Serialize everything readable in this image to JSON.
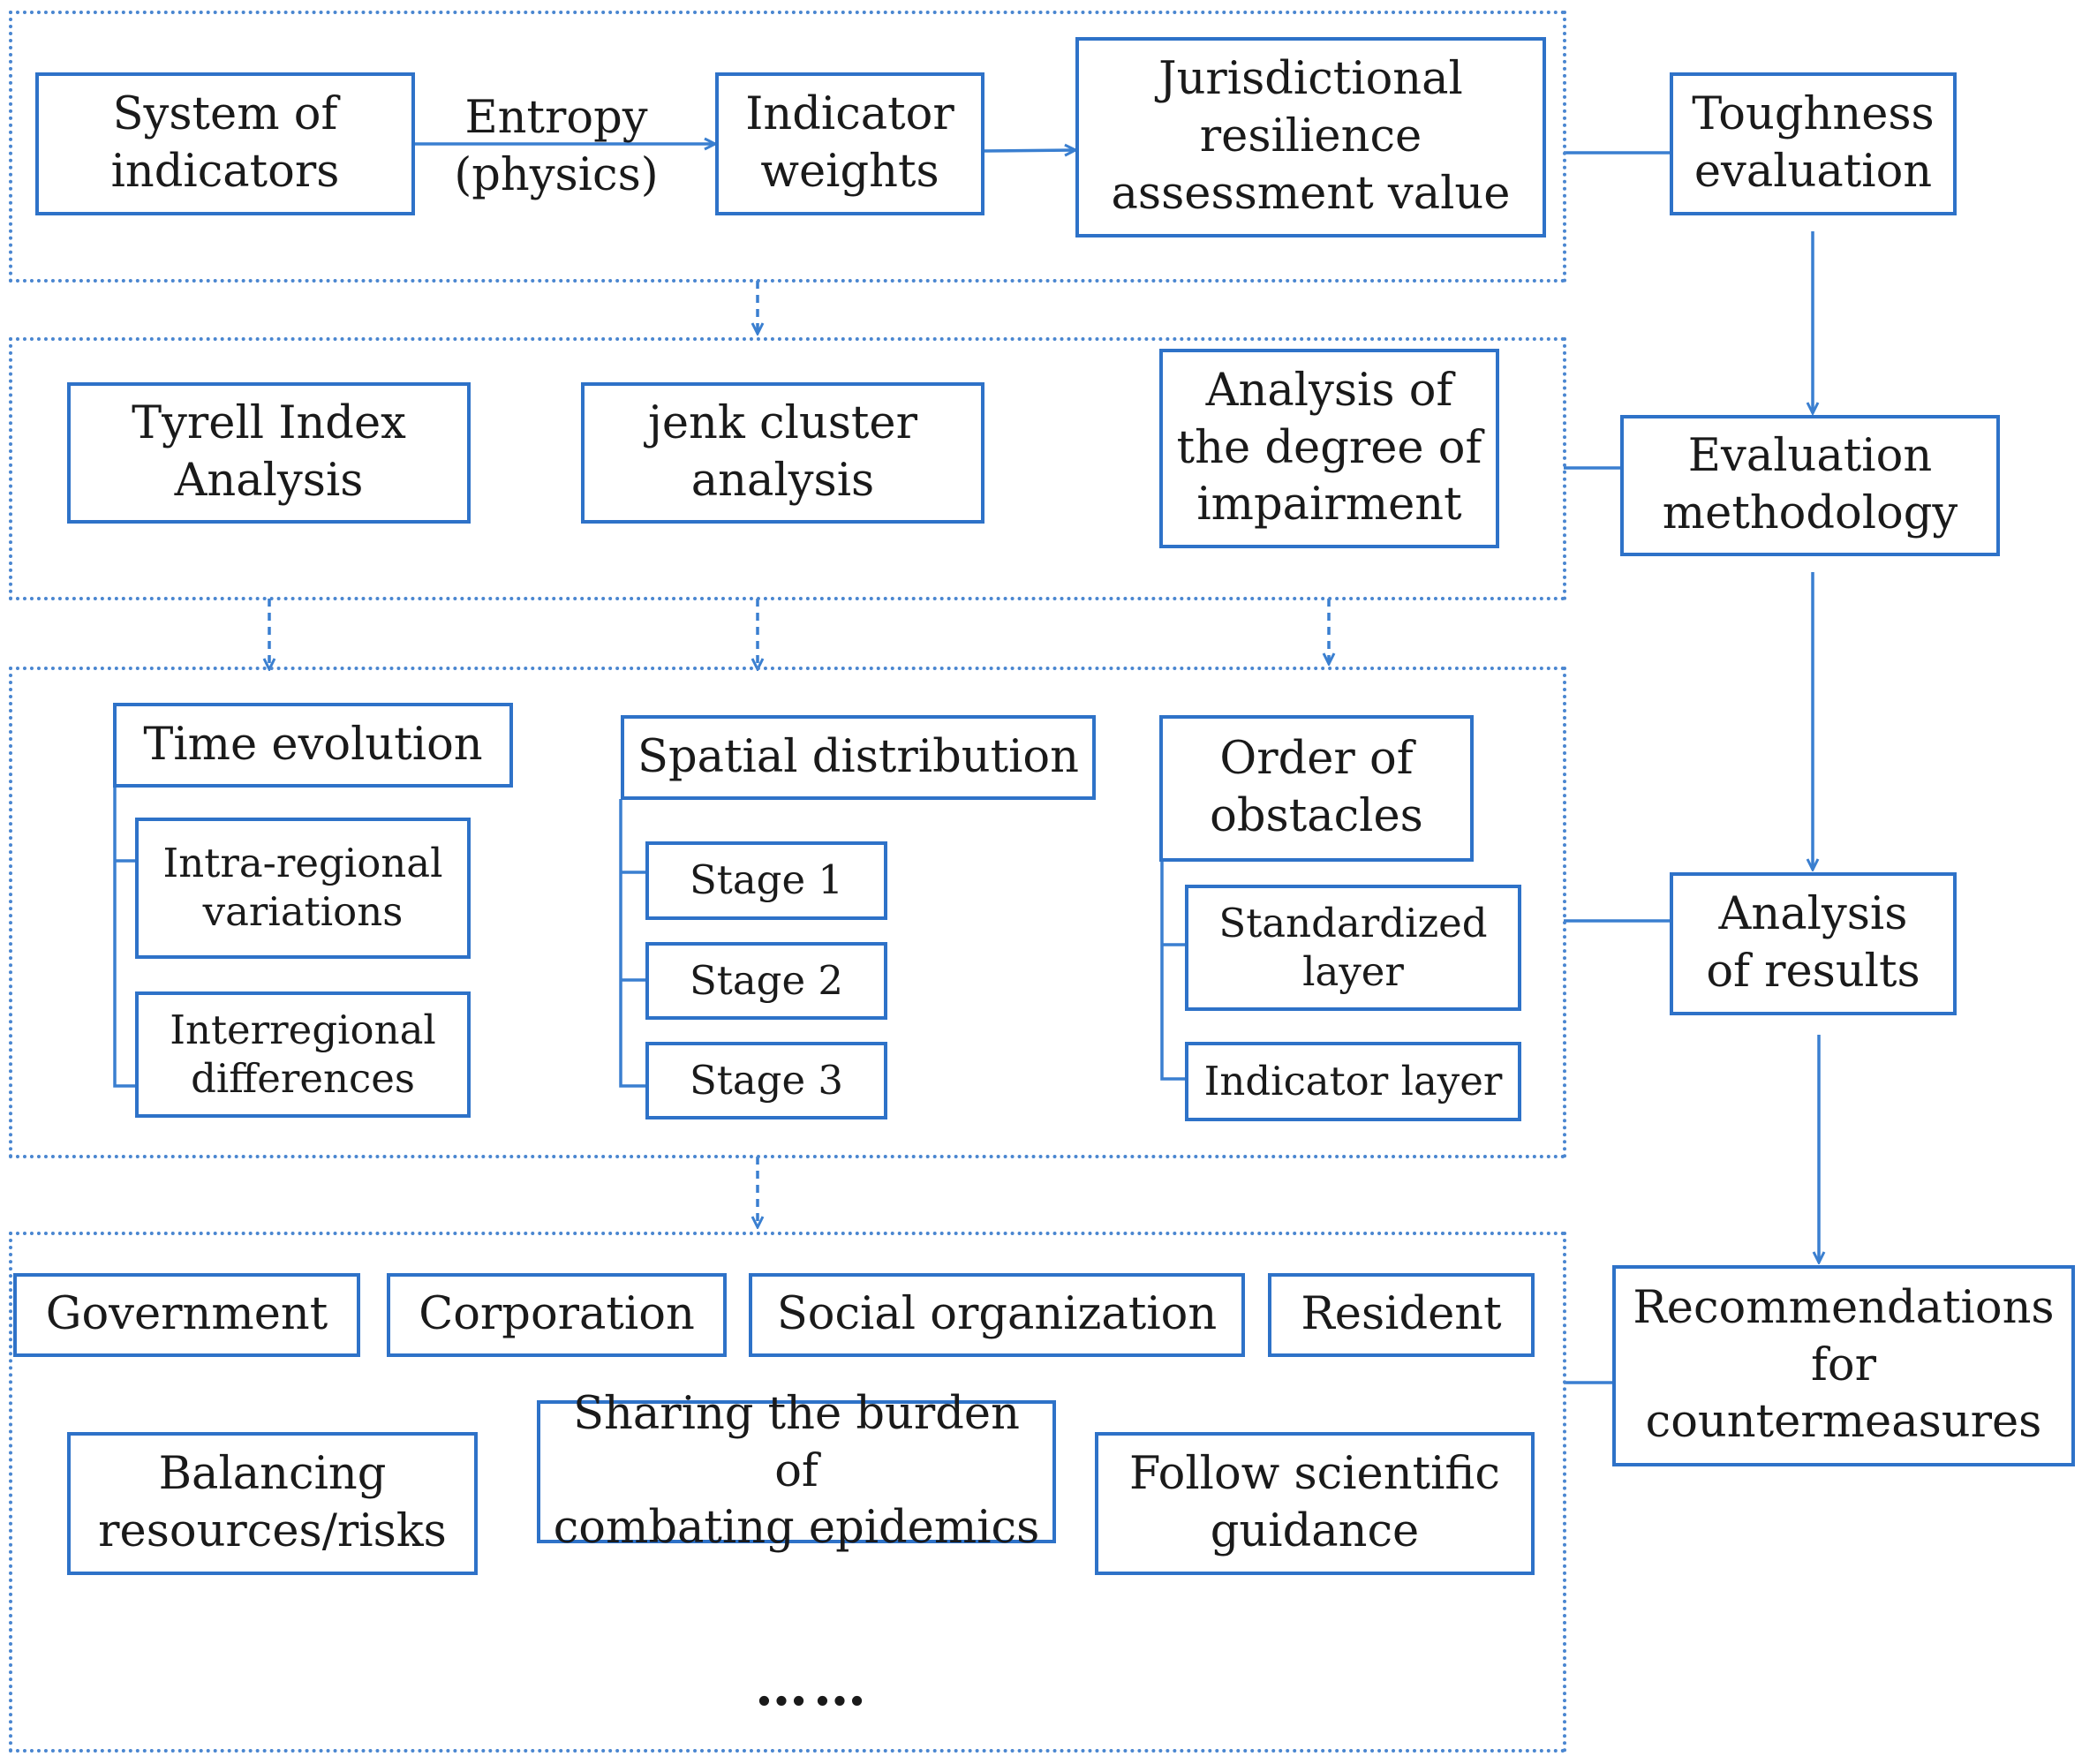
{
  "panels": {
    "p1": {
      "system_of_indicators": "System of\nindicators",
      "entropy": "Entropy\n(physics)",
      "indicator_weights": "Indicator\nweights",
      "assessment_value": "Jurisdictional\nresilience\nassessment value"
    },
    "p2": {
      "tyrell": "Tyrell Index\nAnalysis",
      "jenk": "jenk cluster\nanalysis",
      "impairment": "Analysis of\nthe degree of\nimpairment"
    },
    "p3": {
      "time_evolution": "Time evolution",
      "intra_regional": "Intra-regional\nvariations",
      "interregional": "Interregional\ndifferences",
      "spatial_distribution": "Spatial distribution",
      "stage1": "Stage 1",
      "stage2": "Stage 2",
      "stage3": "Stage 3",
      "order_of_obstacles": "Order of\nobstacles",
      "standardized_layer": "Standardized\nlayer",
      "indicator_layer": "Indicator layer"
    },
    "p4": {
      "government": "Government",
      "corporation": "Corporation",
      "social_organization": "Social organization",
      "resident": "Resident",
      "balancing": "Balancing\nresources/risks",
      "sharing": "Sharing the burden of\ncombating epidemics",
      "follow": "Follow scientific\nguidance",
      "ellipsis": "……"
    }
  },
  "side": {
    "toughness": "Toughness\nevaluation",
    "methodology": "Evaluation\nmethodology",
    "analysis": "Analysis\nof results",
    "recommendations": "Recommendations\nfor\ncountermeasures"
  },
  "colors": {
    "box_border": "#2e72c8",
    "connector": "#3a7fd0",
    "panel_border": "#4a86d0"
  }
}
